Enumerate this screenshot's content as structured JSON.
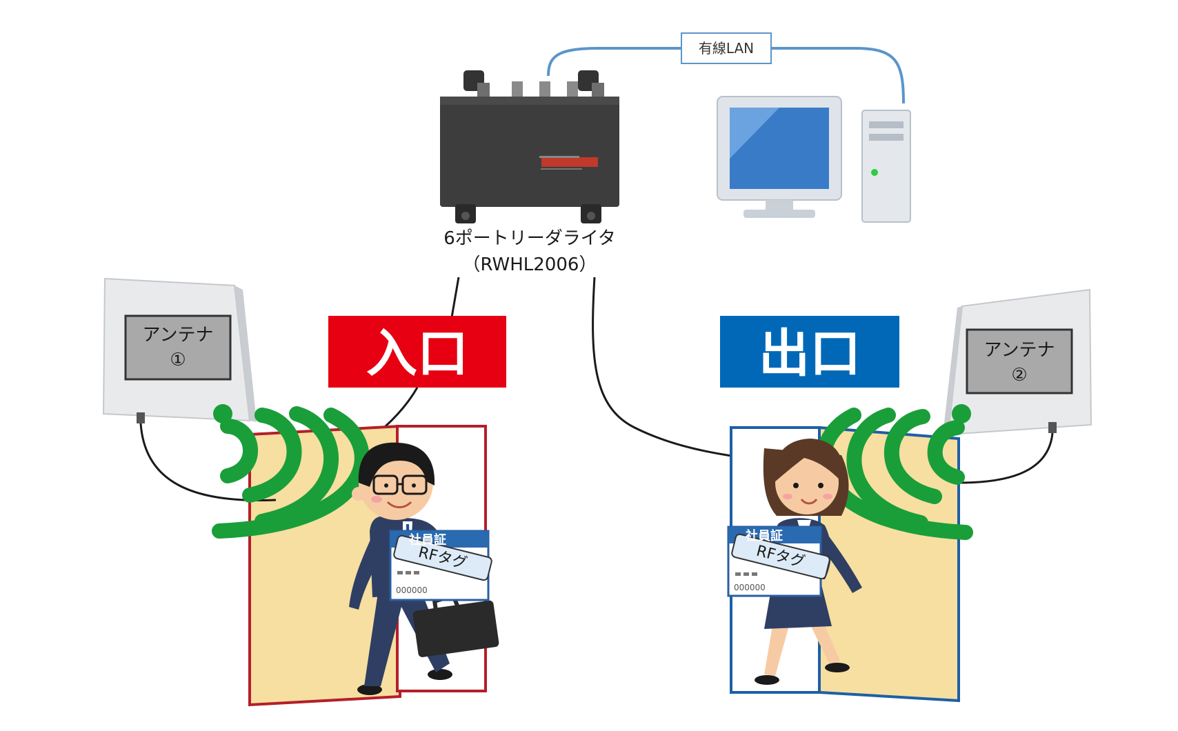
{
  "network": {
    "lan_label": "有線LAN"
  },
  "reader": {
    "name": "6ポートリーダライタ",
    "model": "（RWHL2006）"
  },
  "entrance": {
    "label": "入口",
    "color": "#e60012"
  },
  "exit": {
    "label": "出口",
    "color": "#0068b7"
  },
  "antenna1": {
    "line1": "アンテナ",
    "line2": "①"
  },
  "antenna2": {
    "line1": "アンテナ",
    "line2": "②"
  },
  "badge_left": {
    "title": "社員証",
    "tag": "RFタグ",
    "digits": "000000"
  },
  "badge_right": {
    "title": "社員証",
    "tag": "RFタグ",
    "digits": "000000"
  },
  "colors": {
    "wave": "#1a9e3a",
    "door_fill": "#f6dfa0",
    "cable_lan": "#5b95c9",
    "cable": "#1a1a1a"
  }
}
